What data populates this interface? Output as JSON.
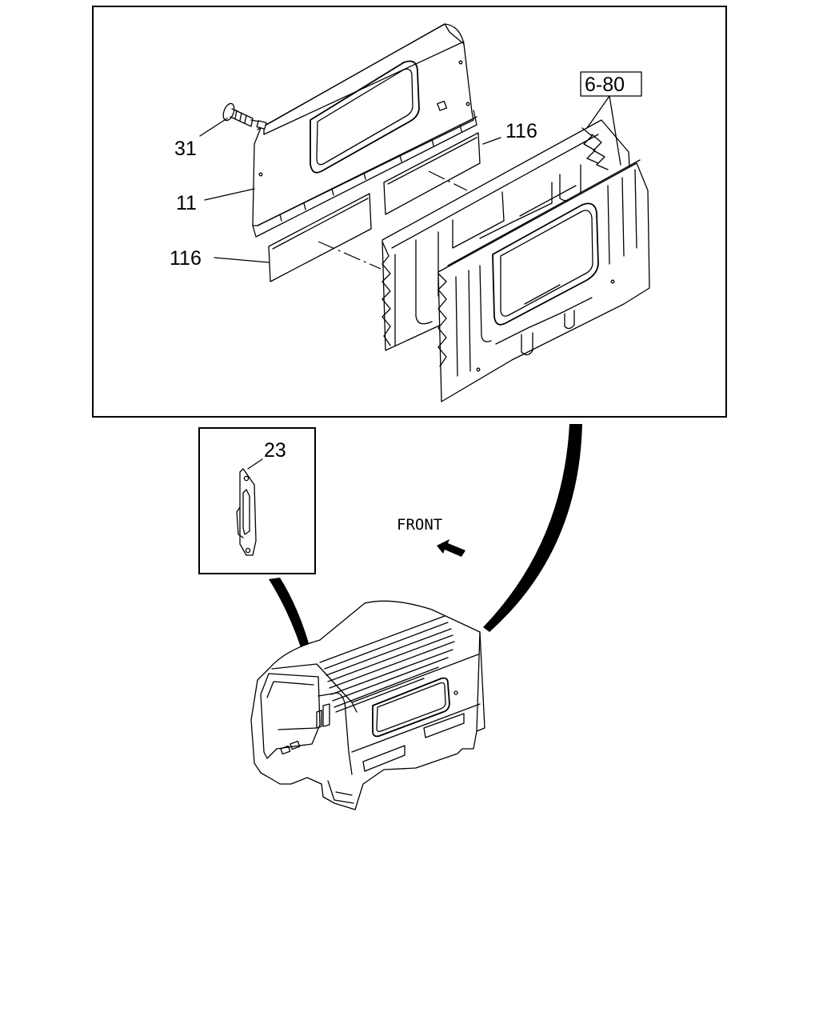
{
  "callouts": {
    "bolt": "31",
    "panel": "11",
    "pad_upper": "116",
    "pad_lower": "116",
    "reference": "6-80",
    "clip": "23"
  },
  "direction": {
    "label": "FRONT"
  }
}
